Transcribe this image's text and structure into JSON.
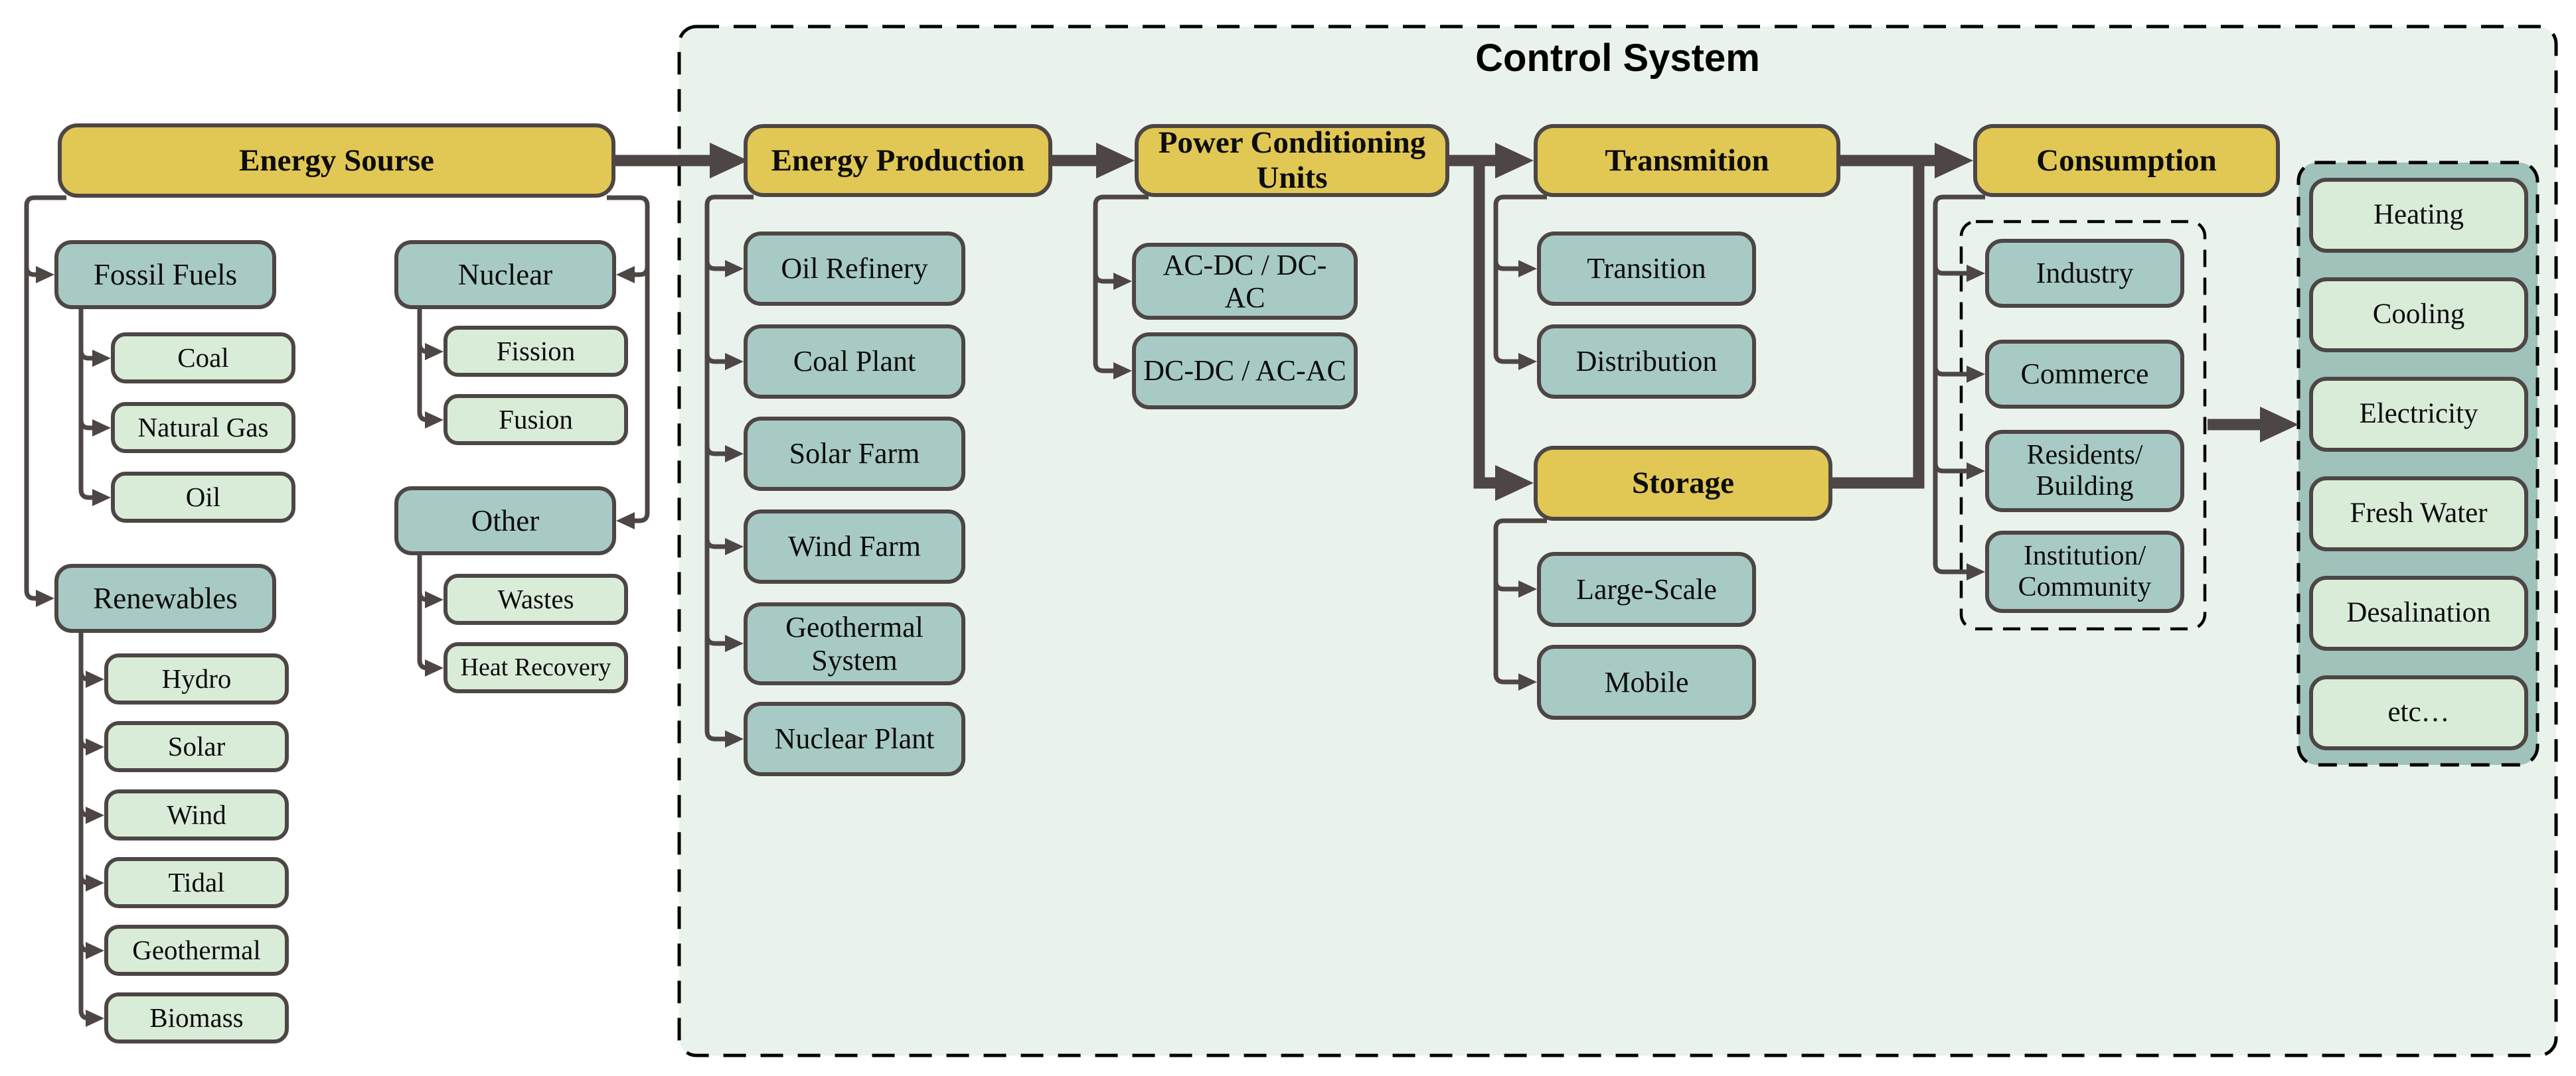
{
  "control_system": {
    "title": "Control System"
  },
  "energy_source": {
    "label": "Energy Sourse",
    "fossil_fuels": {
      "label": "Fossil Fuels",
      "items": [
        "Coal",
        "Natural Gas",
        "Oil"
      ]
    },
    "renewables": {
      "label": "Renewables",
      "items": [
        "Hydro",
        "Solar",
        "Wind",
        "Tidal",
        "Geothermal",
        "Biomass"
      ]
    },
    "nuclear": {
      "label": "Nuclear",
      "items": [
        "Fission",
        "Fusion"
      ]
    },
    "other": {
      "label": "Other",
      "items": [
        "Wastes",
        "Heat Recovery"
      ]
    }
  },
  "energy_production": {
    "label": "Energy Production",
    "items": [
      "Oil Refinery",
      "Coal Plant",
      "Solar Farm",
      "Wind Farm",
      "Geothermal System",
      "Nuclear Plant"
    ]
  },
  "power_conditioning_units": {
    "label": "Power Conditioning Units",
    "items": [
      "AC-DC / DC-AC",
      "DC-DC / AC-AC"
    ]
  },
  "transmission": {
    "label": "Transmition",
    "items": [
      "Transition",
      "Distribution"
    ]
  },
  "storage": {
    "label": "Storage",
    "items": [
      "Large-Scale",
      "Mobile"
    ]
  },
  "consumption": {
    "label": "Consumption",
    "items": [
      "Industry",
      "Commerce",
      "Residents/ Building",
      "Institution/ Community"
    ]
  },
  "end_uses": {
    "items": [
      "Heating",
      "Cooling",
      "Electricity",
      "Fresh Water",
      "Desalination",
      "etc…"
    ]
  },
  "colors": {
    "header_yellow": "#E1C754",
    "category_teal": "#A8CAC4",
    "leaf_green": "#D9ECD8",
    "control_bg": "#E9F2EB",
    "panel_teal": "#9FC2BB",
    "line_dark": "#4D4645",
    "dash_black": "#000000"
  }
}
